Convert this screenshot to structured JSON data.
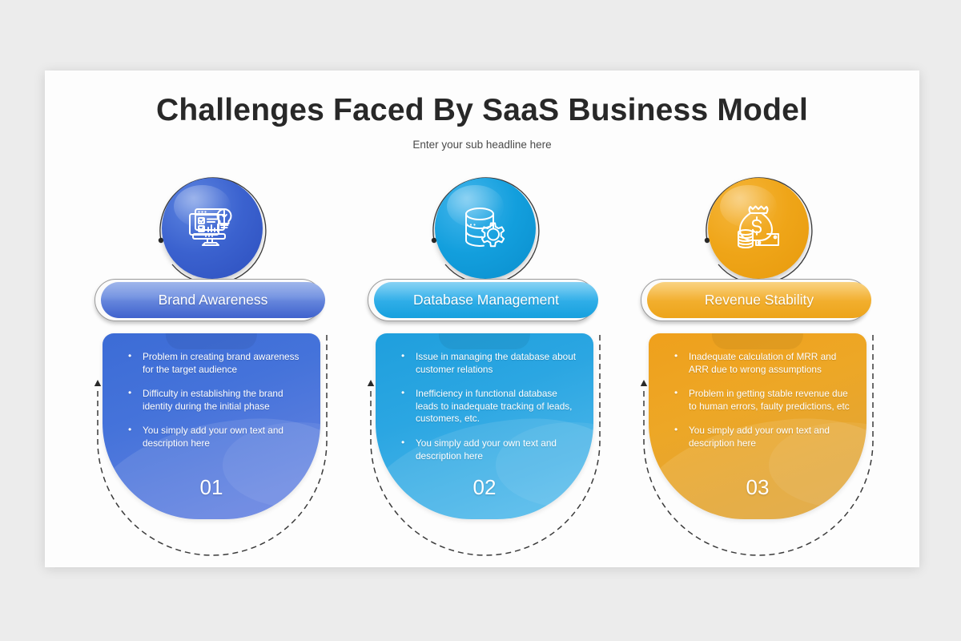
{
  "slide": {
    "title": "Challenges Faced By SaaS Business Model",
    "subtitle": "Enter your sub headline here",
    "background_color": "#ececec",
    "card_color": "#fdfdfd"
  },
  "columns": [
    {
      "number": "01",
      "heading": "Brand Awareness",
      "icon": "monitor-analytics-lightbulb-icon",
      "accent_color": "#3f62cd",
      "bullets": [
        "Problem in creating brand awareness for the target audience",
        "Difficulty in establishing the brand identity during the initial phase",
        "You simply add your own text and description here"
      ]
    },
    {
      "number": "02",
      "heading": "Database Management",
      "icon": "database-gear-icon",
      "accent_color": "#17a0de",
      "bullets": [
        "Issue in managing the database about customer relations",
        "Inefficiency in functional database leads to inadequate tracking of leads, customers, etc.",
        "You simply add your own text and description here"
      ]
    },
    {
      "number": "03",
      "heading": "Revenue Stability",
      "icon": "money-bag-coins-icon",
      "accent_color": "#eda41b",
      "bullets": [
        "Inadequate calculation of MRR and ARR due to wrong assumptions",
        "Problem in getting stable revenue due to human errors, faulty predictions, etc",
        "You simply add your own text and description here"
      ]
    }
  ]
}
